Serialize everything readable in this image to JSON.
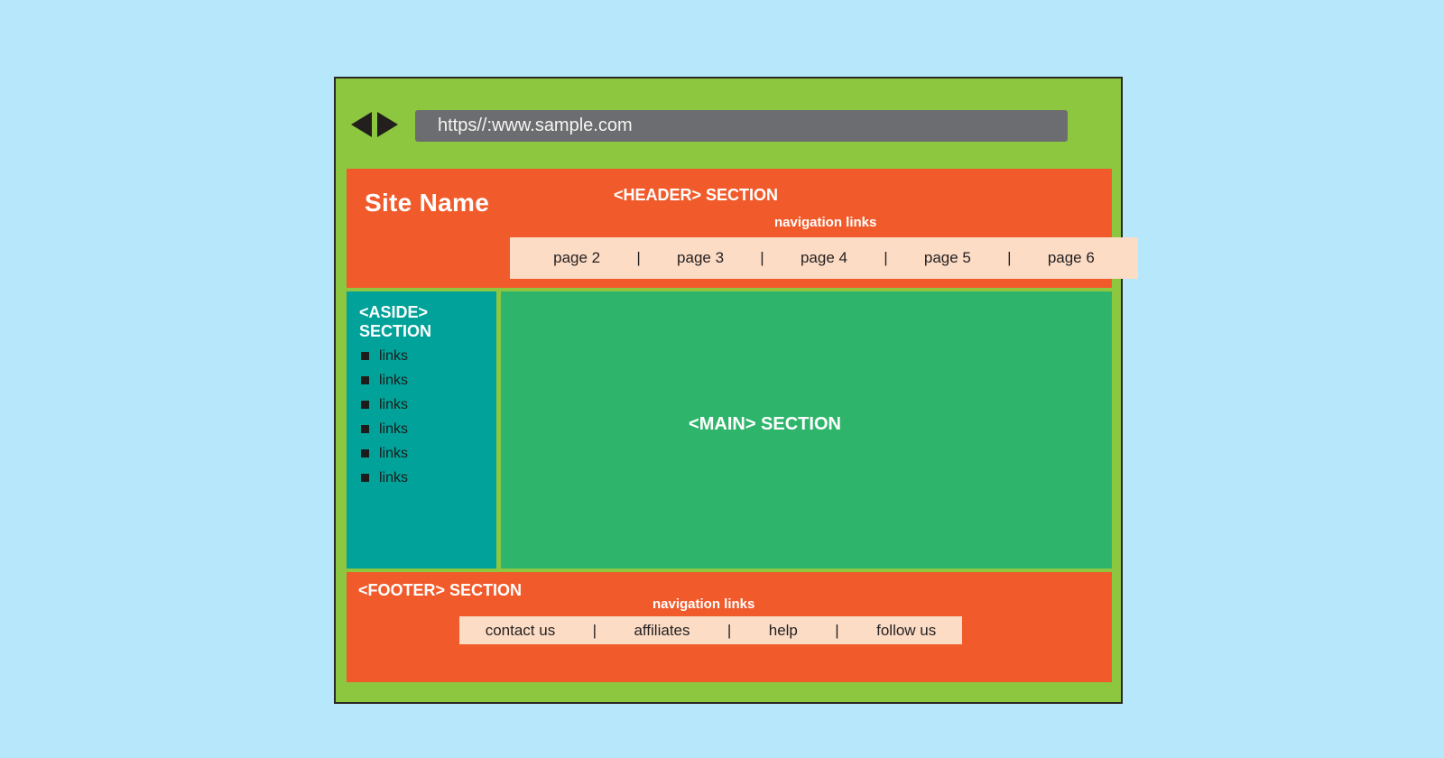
{
  "palette": {
    "background": "#b6e7fb",
    "frame_green": "#8dc63f",
    "section_orange": "#f15b2b",
    "aside_teal": "#01a29a",
    "main_green": "#2eb56b",
    "nav_peach": "#fcdcc5",
    "url_bar_gray": "#6c6d70",
    "ink": "#231f20"
  },
  "window": {
    "browser_bar": {
      "back_icon": "back-arrow",
      "forward_icon": "forward-arrow",
      "url": "https//:www.sample.com"
    },
    "header": {
      "site_name": "Site Name",
      "label": "<HEADER> SECTION",
      "nav_caption": "navigation links",
      "nav_items": [
        {
          "label": "page 2"
        },
        {
          "label": "|",
          "separator": true
        },
        {
          "label": "page 3"
        },
        {
          "label": "|",
          "separator": true
        },
        {
          "label": "page 4"
        },
        {
          "label": "|",
          "separator": true
        },
        {
          "label": "page 5"
        },
        {
          "label": "|",
          "separator": true
        },
        {
          "label": "page 6"
        }
      ]
    },
    "aside": {
      "label": "<ASIDE> SECTION",
      "links": [
        "links",
        "links",
        "links",
        "links",
        "links",
        "links"
      ]
    },
    "main": {
      "label": "<MAIN> SECTION"
    },
    "footer": {
      "label": "<FOOTER> SECTION",
      "nav_caption": "navigation links",
      "nav_items": [
        {
          "label": "contact us"
        },
        {
          "label": "|",
          "separator": true
        },
        {
          "label": "affiliates"
        },
        {
          "label": "|",
          "separator": true
        },
        {
          "label": "help"
        },
        {
          "label": "|",
          "separator": true
        },
        {
          "label": "follow us"
        }
      ]
    }
  }
}
